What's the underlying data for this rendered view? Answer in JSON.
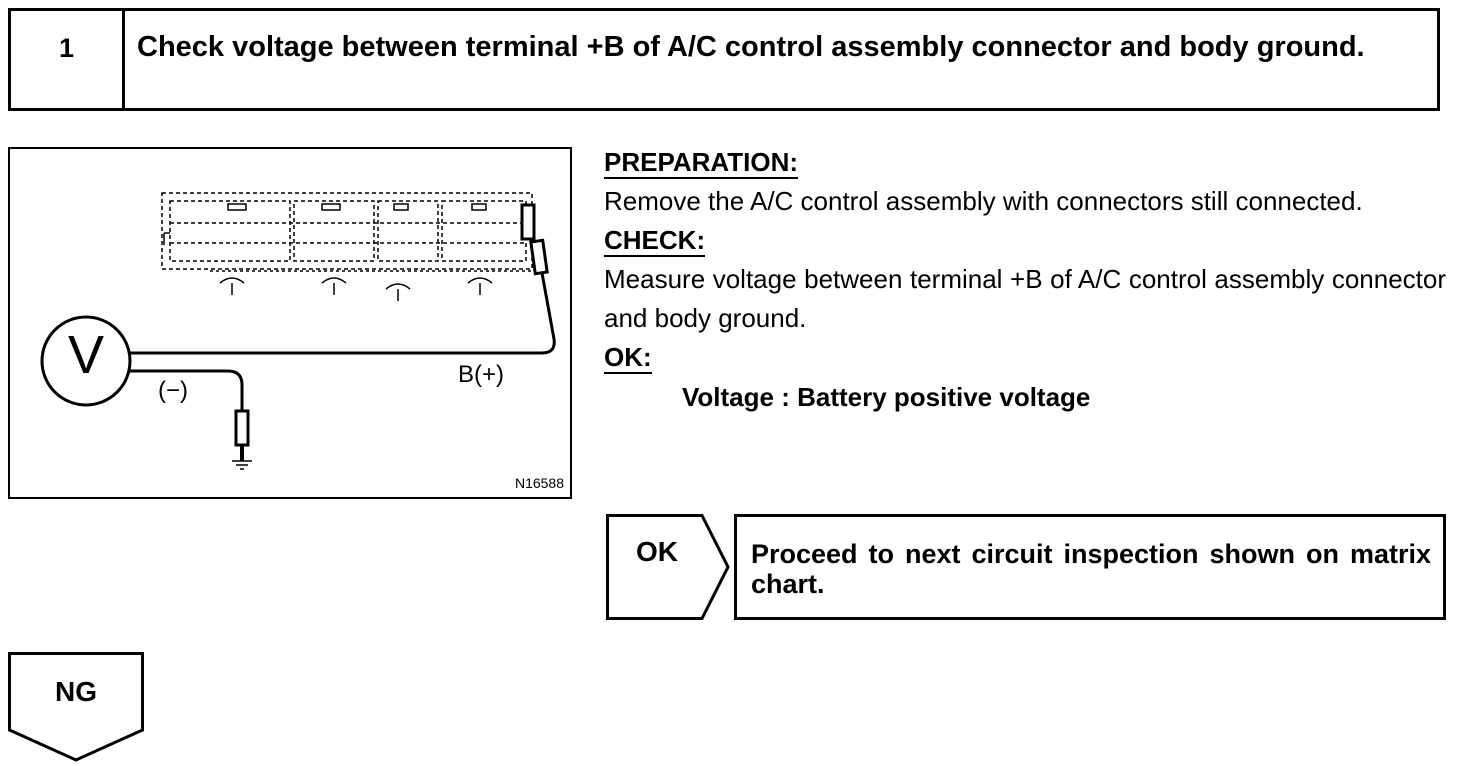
{
  "step": {
    "number": "1",
    "title": "Check voltage between terminal +B of A/C control assembly connector and body ground."
  },
  "diagram": {
    "meter_letter": "V",
    "negative_label": "(−)",
    "positive_label": "B(+)",
    "figure_id": "N16588",
    "icons": [
      "voltmeter-icon",
      "connector-icon",
      "ground-icon",
      "probe-icon"
    ]
  },
  "instructions": {
    "preparation_heading": "PREPARATION:",
    "preparation_text": "Remove the A/C control assembly with connectors still connected.",
    "check_heading": "CHECK:",
    "check_text": "Measure voltage between terminal +B of A/C control assembly connector and body ground.",
    "ok_heading": "OK:",
    "ok_value": "Voltage : Battery positive voltage"
  },
  "ok_result": {
    "label": "OK",
    "text": "Proceed to next circuit inspection shown on matrix chart."
  },
  "ng_result": {
    "label": "NG"
  }
}
